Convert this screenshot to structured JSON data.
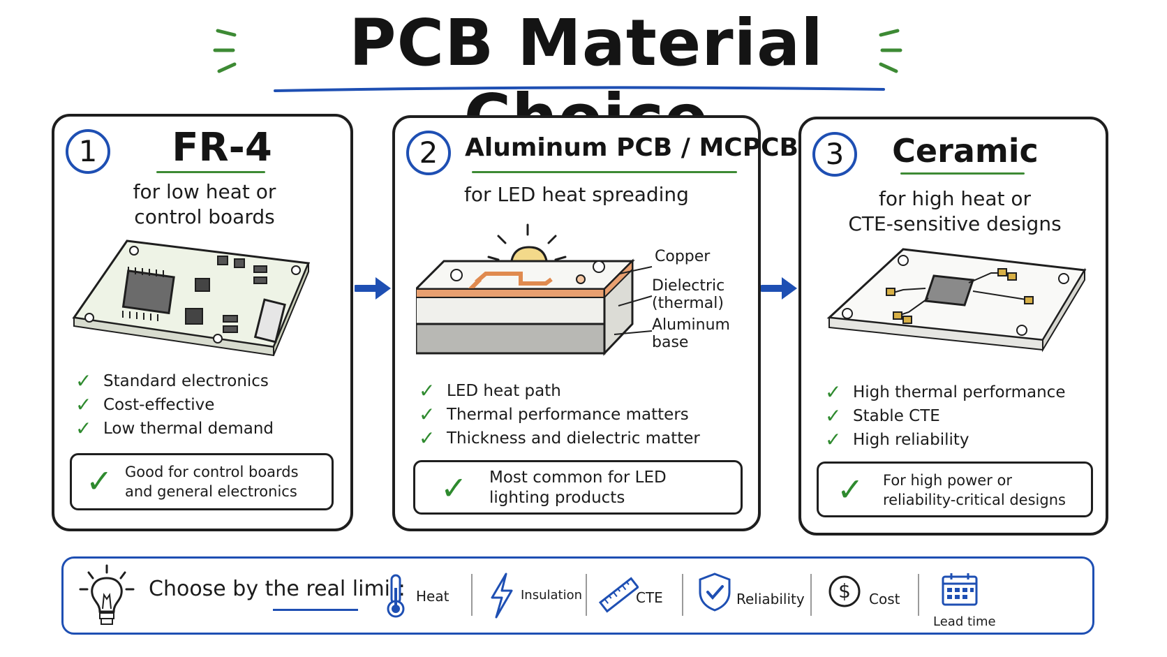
{
  "title": "PCB Material Choice",
  "colors": {
    "accent_blue": "#1e4fb3",
    "check_green": "#2e8a2e",
    "copper": "#e08a4f",
    "ink": "#1e1e1e"
  },
  "cards": [
    {
      "number": "1",
      "name": "FR-4",
      "subtitle": "for low heat or\ncontrol boards",
      "illustration": "fr4-board",
      "checks": [
        "Standard electronics",
        "Cost-effective",
        "Low thermal demand"
      ],
      "note": "Good for control boards\nand general electronics"
    },
    {
      "number": "2",
      "name": "Aluminum PCB / MCPCB",
      "subtitle": "for LED heat spreading",
      "illustration": "mcpcb-stack",
      "layers": [
        "Copper",
        "Dielectric\n(thermal)",
        "Aluminum\nbase"
      ],
      "checks": [
        "LED heat path",
        "Thermal performance matters",
        "Thickness and dielectric matter"
      ],
      "note": "Most common for LED\nlighting products"
    },
    {
      "number": "3",
      "name": "Ceramic",
      "subtitle": "for high heat or\nCTE-sensitive designs",
      "illustration": "ceramic-board",
      "checks": [
        "High thermal performance",
        "Stable CTE",
        "High reliability"
      ],
      "note": "For high power or\nreliability-critical designs"
    }
  ],
  "bottom": {
    "prompt": "Choose by the real limit:",
    "factors": [
      {
        "label": "Heat",
        "icon": "thermometer-icon"
      },
      {
        "label": "Insulation",
        "icon": "lightning-icon"
      },
      {
        "label": "CTE",
        "icon": "ruler-icon"
      },
      {
        "label": "Reliability",
        "icon": "shield-check-icon"
      },
      {
        "label": "Cost",
        "icon": "dollar-icon"
      },
      {
        "label": "Lead time",
        "icon": "calendar-icon"
      }
    ]
  }
}
